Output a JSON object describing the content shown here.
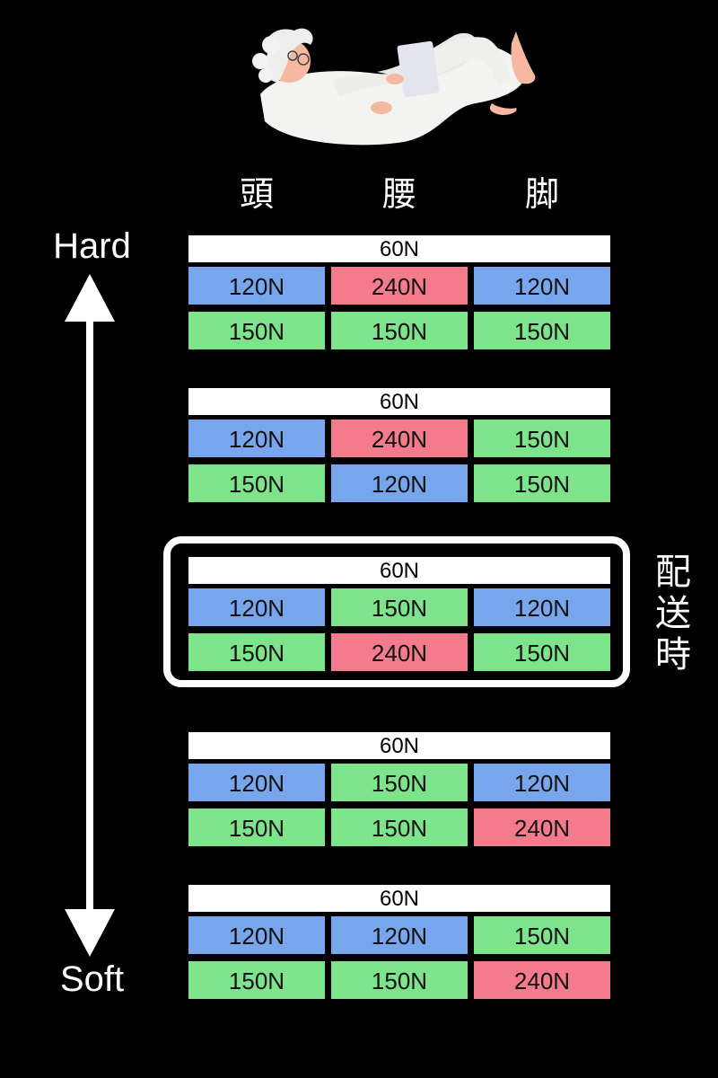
{
  "diagram": {
    "column_headers": [
      "頭",
      "腰",
      "脚"
    ],
    "scale": {
      "top": "Hard",
      "bottom": "Soft"
    },
    "highlight_label_chars": [
      "配",
      "送",
      "時"
    ],
    "highlighted_group_index": 2,
    "groups": [
      {
        "top": "60N",
        "rows": [
          [
            "120N",
            "240N",
            "120N"
          ],
          [
            "150N",
            "150N",
            "150N"
          ]
        ]
      },
      {
        "top": "60N",
        "rows": [
          [
            "120N",
            "240N",
            "150N"
          ],
          [
            "150N",
            "120N",
            "150N"
          ]
        ]
      },
      {
        "top": "60N",
        "rows": [
          [
            "120N",
            "150N",
            "120N"
          ],
          [
            "150N",
            "240N",
            "150N"
          ]
        ]
      },
      {
        "top": "60N",
        "rows": [
          [
            "120N",
            "150N",
            "120N"
          ],
          [
            "150N",
            "150N",
            "240N"
          ]
        ]
      },
      {
        "top": "60N",
        "rows": [
          [
            "120N",
            "120N",
            "150N"
          ],
          [
            "150N",
            "150N",
            "240N"
          ]
        ]
      }
    ]
  },
  "colors": {
    "120N": "#78a6ec",
    "150N": "#7ee48c",
    "240N": "#f37b8c",
    "top_bar": "#ffffff",
    "background": "#000000"
  }
}
